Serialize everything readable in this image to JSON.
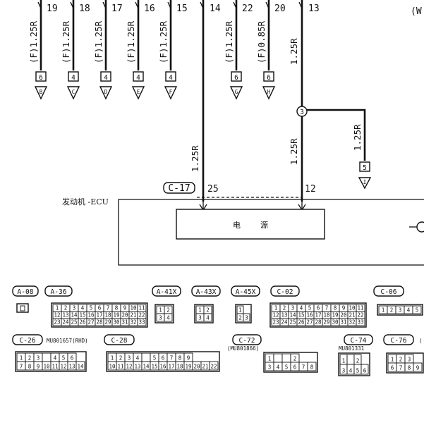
{
  "branches": [
    {
      "pin": "19",
      "spec": "(F)1.25R",
      "block": "6",
      "arrow": "B"
    },
    {
      "pin": "18",
      "spec": "(F)1.25R",
      "block": "4",
      "arrow": "C"
    },
    {
      "pin": "17",
      "spec": "(F)1.25R",
      "block": "4",
      "arrow": "D"
    },
    {
      "pin": "16",
      "spec": "(F)1.25R",
      "block": "4",
      "arrow": "E"
    },
    {
      "pin": "15",
      "spec": "(F)1.25R",
      "block": "4",
      "arrow": "F"
    },
    {
      "pin": "22",
      "spec": "(F)1.25R",
      "block": "6",
      "arrow": "G"
    },
    {
      "pin": "20",
      "spec": "(F)0.85R",
      "block": "6",
      "arrow": "H"
    }
  ],
  "top_pins": {
    "left": "14",
    "right": "13"
  },
  "corner_text": "(W",
  "main_wires": {
    "right_top_spec": "1.25R",
    "left_lower_spec": "1.25R",
    "right_lower_spec": "1.25R",
    "junction": "3",
    "side_spec": "1.25R",
    "side_block": "5",
    "side_arrow": "I"
  },
  "ecu": {
    "connector": "C-17",
    "pin_left": "25",
    "pin_right": "12",
    "label": "发动机 -ECU",
    "power_label": "电        源"
  },
  "connectors_row1": [
    {
      "id": "A-08"
    },
    {
      "id": "A-36",
      "rows": [
        [
          "1",
          "2",
          "3",
          "4",
          "5",
          "6",
          "7",
          "8",
          "9",
          "10",
          "11"
        ],
        [
          "12",
          "13",
          "14",
          "15",
          "16",
          "17",
          "18",
          "19",
          "20",
          "21",
          "22"
        ],
        [
          "23",
          "24",
          "25",
          "26",
          "27",
          "28",
          "29",
          "30",
          "31",
          "32",
          "33"
        ]
      ]
    },
    {
      "id": "A-41X",
      "rows": [
        [
          "1",
          "2"
        ],
        [
          "3",
          "4"
        ]
      ]
    },
    {
      "id": "A-43X",
      "rows": [
        [
          "1",
          "2"
        ],
        [
          "3",
          "4"
        ]
      ]
    },
    {
      "id": "A-45X",
      "rows": [
        [
          "1"
        ],
        [
          "2",
          "3"
        ]
      ]
    },
    {
      "id": "C-02",
      "rows": [
        [
          "1",
          "2",
          "3",
          "4",
          "5",
          "6",
          "7",
          "8",
          "9",
          "10",
          "11"
        ],
        [
          "12",
          "13",
          "14",
          "15",
          "16",
          "17",
          "18",
          "19",
          "20",
          "21",
          "22"
        ],
        [
          "23",
          "24",
          "25",
          "26",
          "27",
          "28",
          "29",
          "30",
          "31",
          "32",
          "33"
        ]
      ]
    },
    {
      "id": "C-06",
      "rows": [
        [
          "1",
          "2",
          "3",
          "4",
          "5"
        ]
      ]
    }
  ],
  "connectors_row2": [
    {
      "id": "C-26",
      "part": "MU801657(RHD)",
      "rows": [
        [
          "1",
          "2",
          "3",
          "",
          "4",
          "5",
          "6"
        ],
        [
          "7",
          "8",
          "9",
          "10",
          "11",
          "12",
          "13",
          "14"
        ]
      ]
    },
    {
      "id": "C-28",
      "rows": [
        [
          "1",
          "2",
          "3",
          "4",
          "",
          "5",
          "6",
          "7",
          "8",
          "9"
        ],
        [
          "10",
          "11",
          "12",
          "13",
          "14",
          "15",
          "16",
          "17",
          "18",
          "19",
          "20",
          "21",
          "22"
        ]
      ]
    },
    {
      "id": "C-72",
      "part": "(MU801866)",
      "rows": [
        [
          "1",
          "",
          "",
          "2"
        ],
        [
          "3",
          "4",
          "5",
          "6",
          "7",
          "8"
        ]
      ]
    },
    {
      "id": "C-74",
      "part": "MU801331",
      "rows": [
        [
          "1",
          "",
          "2"
        ],
        [
          "3",
          "4",
          "5",
          "6"
        ]
      ]
    },
    {
      "id": "C-76",
      "part": "(",
      "rows": [
        [
          "1",
          "2",
          "3"
        ],
        [
          "6",
          "7",
          "8",
          "9"
        ]
      ]
    }
  ]
}
